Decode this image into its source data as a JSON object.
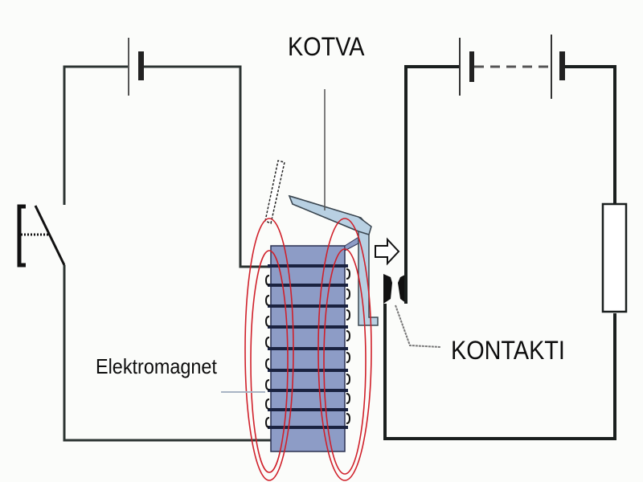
{
  "diagram": {
    "title": "Relay (relej) working principle",
    "labels": {
      "armature": "KOTVA",
      "contacts": "KONTAKTI",
      "electromagnet": "Elektromagnet"
    },
    "components": {
      "control_circuit": [
        "battery",
        "push-switch",
        "electromagnet-coil"
      ],
      "load_circuit": [
        "battery-series (dashed, multiple cells)",
        "resistor-load",
        "contacts"
      ]
    },
    "colors": {
      "wire": "#1a1f1e",
      "core": "#8a9ac4",
      "armature": "#b8d0e2",
      "field_lines": "#d0202a",
      "background": "#fbfcfa"
    }
  }
}
